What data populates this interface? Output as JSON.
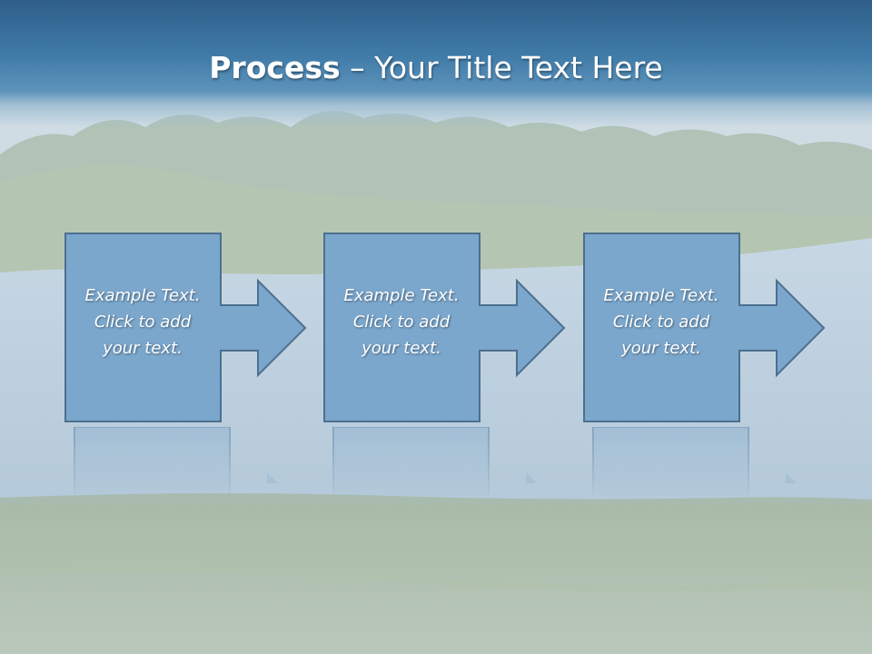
{
  "slide": {
    "title_bold": "Process",
    "title_rest": " – Your Title Text Here"
  },
  "steps": [
    {
      "lines": [
        "Example Text.",
        "Click  to add",
        "your text."
      ]
    },
    {
      "lines": [
        "Example Text.",
        "Click  to add",
        "your text."
      ]
    },
    {
      "lines": [
        "Example Text.",
        "Click  to add",
        "your text."
      ]
    }
  ],
  "colors": {
    "header": "#2f5f8a",
    "box_fill": "#7ba7cd",
    "box_stroke": "#4d6f8f",
    "title_text": "#ffffff"
  }
}
